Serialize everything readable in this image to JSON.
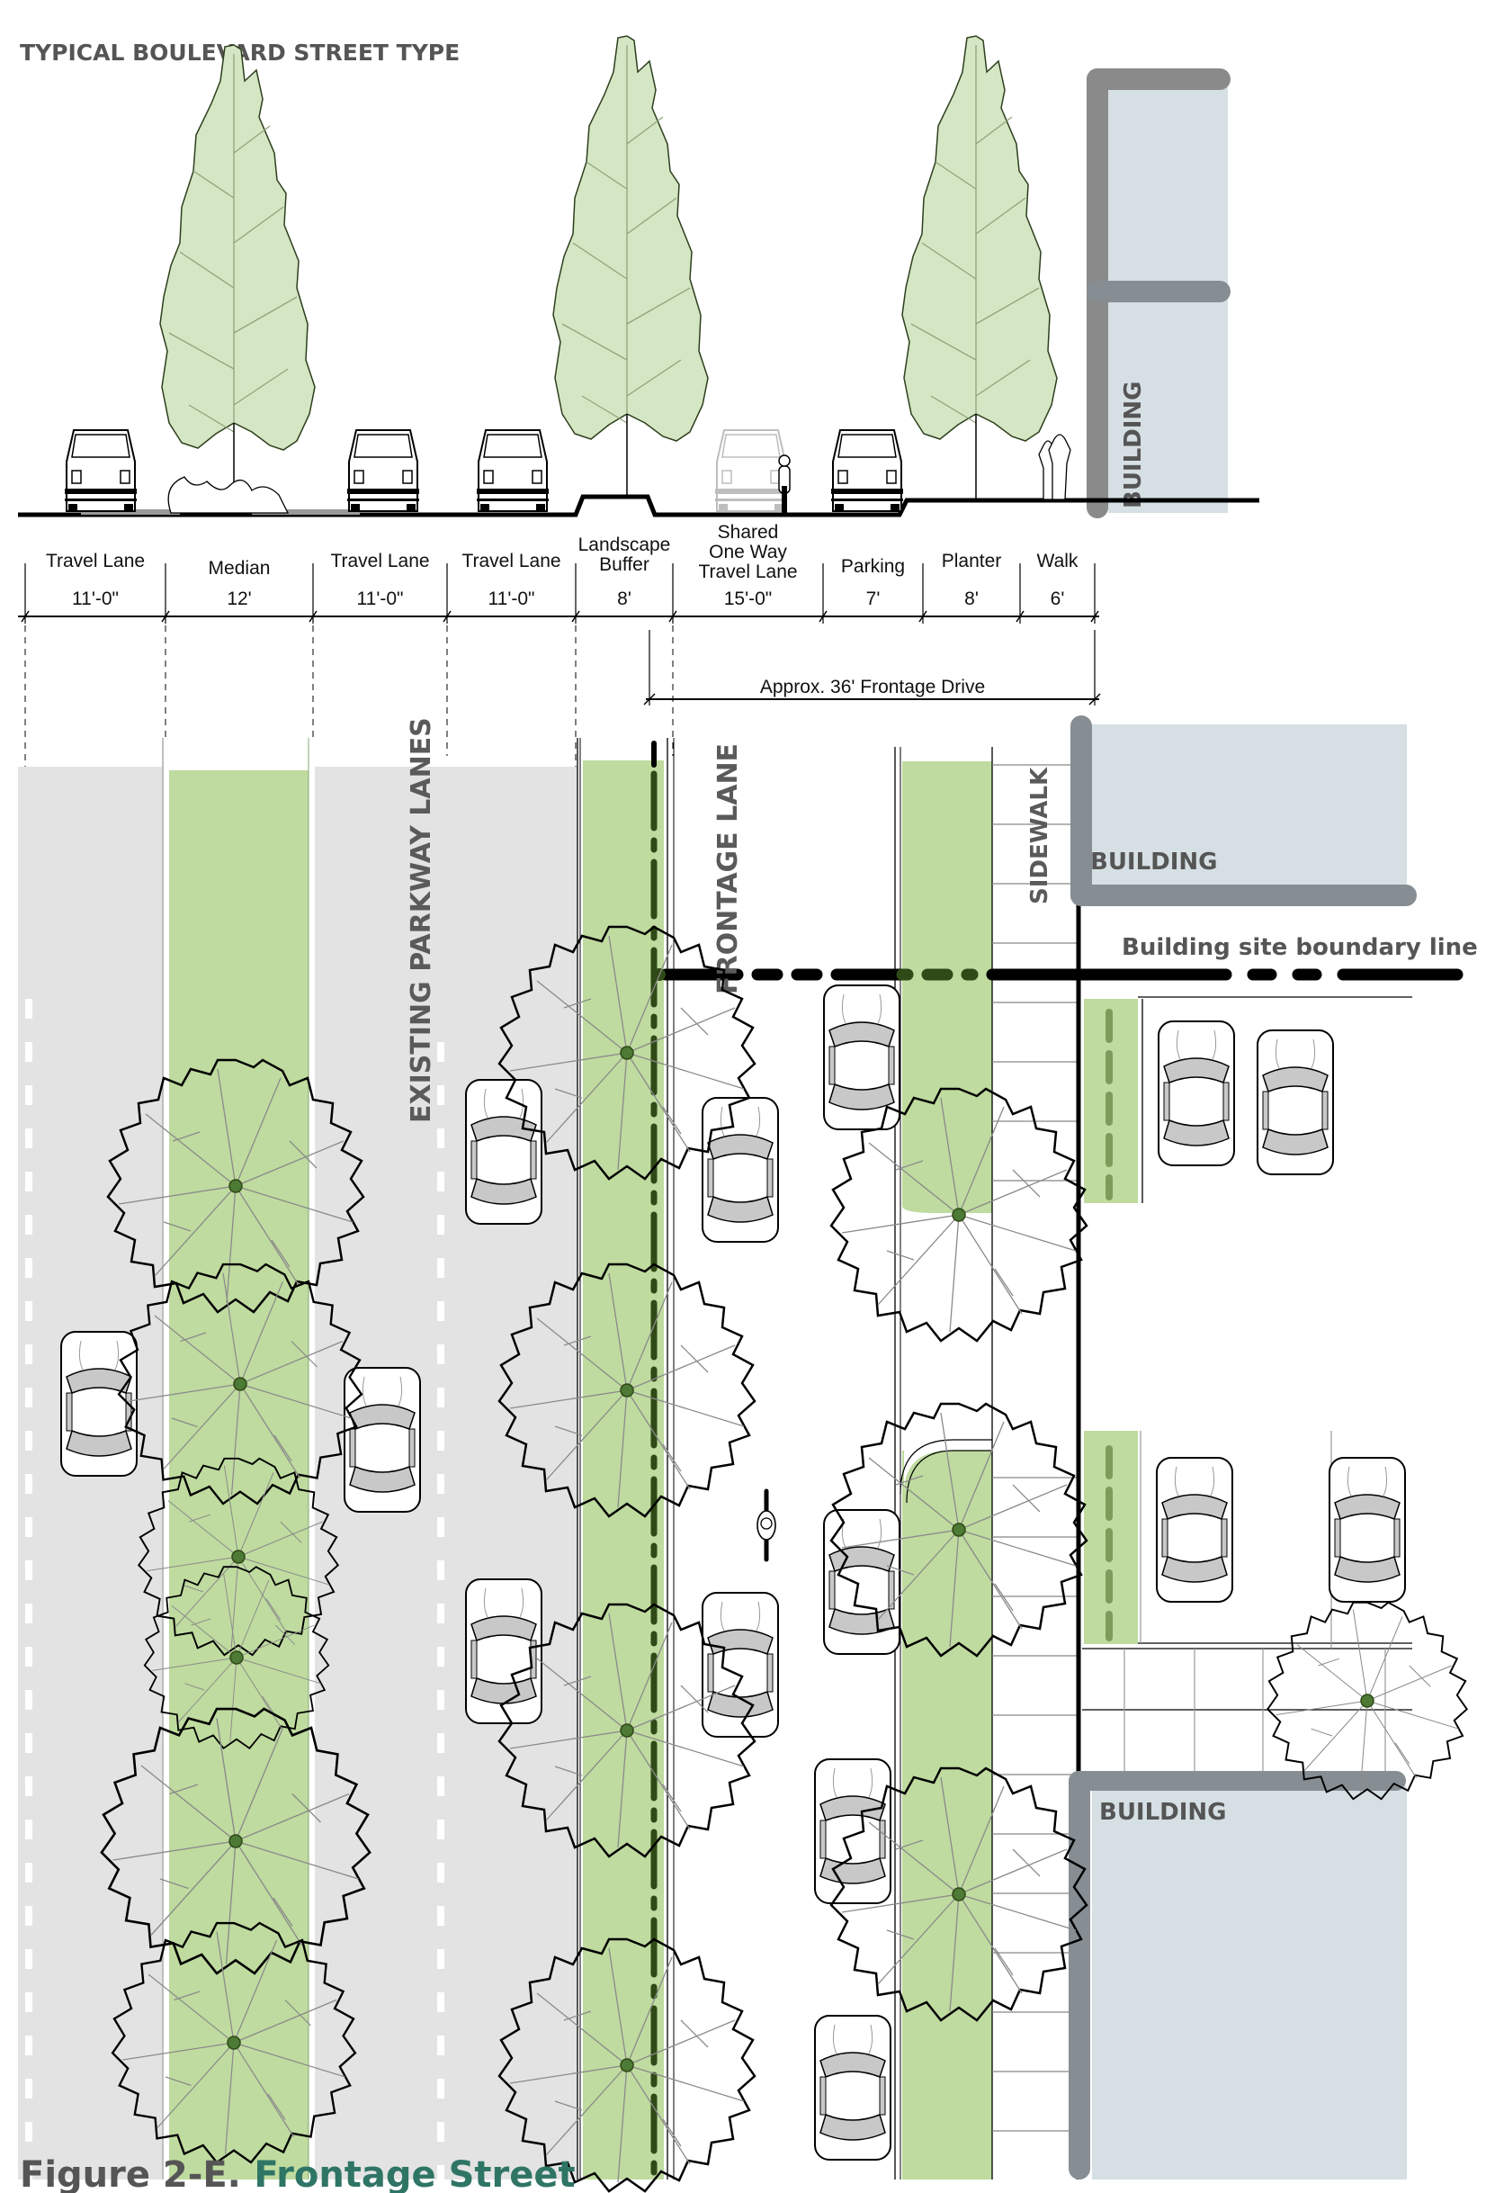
{
  "title": "TYPICAL BOULEVARD STREET TYPE",
  "colors": {
    "tree_section_fill": "#d5e6c4",
    "tree_section_stroke": "#2d3f1c",
    "planting_green": "#bfdb9f",
    "plan_tree_green": "#a8cf86",
    "tree_center": "#4d7a34",
    "lane_gray": "#e3e3e3",
    "building_fill": "#d5dfe4",
    "building_wall": "#868e93",
    "boundary_black": "#000000",
    "boundary_green": "#2f4a17",
    "caption_gray": "#555555",
    "caption_green": "#2f7566"
  },
  "section": {
    "building_label": "BUILDING",
    "segments": [
      {
        "name": "Travel Lane",
        "lines": [
          "Travel Lane"
        ],
        "dimension": "11'-0\""
      },
      {
        "name": "Median",
        "lines": [
          "Median"
        ],
        "dimension": "12'"
      },
      {
        "name": "Travel Lane",
        "lines": [
          "Travel Lane"
        ],
        "dimension": "11'-0\""
      },
      {
        "name": "Travel Lane",
        "lines": [
          "Travel Lane"
        ],
        "dimension": "11'-0\""
      },
      {
        "name": "Landscape Buffer",
        "lines": [
          "Landscape",
          "Buffer"
        ],
        "dimension": "8'"
      },
      {
        "name": "Shared One Way Travel Lane",
        "lines": [
          "Shared",
          "One Way",
          "Travel Lane"
        ],
        "dimension": "15'-0\""
      },
      {
        "name": "Parking",
        "lines": [
          "Parking"
        ],
        "dimension": "7'"
      },
      {
        "name": "Planter",
        "lines": [
          "Planter"
        ],
        "dimension": "8'"
      },
      {
        "name": "Walk",
        "lines": [
          "Walk"
        ],
        "dimension": "6'"
      }
    ],
    "frontage_drive_label": "Approx. 36' Frontage Drive"
  },
  "plan": {
    "labels": {
      "existing_parkway_lanes": "EXISTING PARKWAY LANES",
      "frontage_lane": "FRONTAGE LANE",
      "sidewalk": "SIDEWALK",
      "building_top": "BUILDING",
      "building_bottom": "BUILDING",
      "boundary_line": "Building site boundary line"
    }
  },
  "caption": {
    "figure_number": "Figure 2-E.",
    "figure_title": "Frontage Street"
  }
}
